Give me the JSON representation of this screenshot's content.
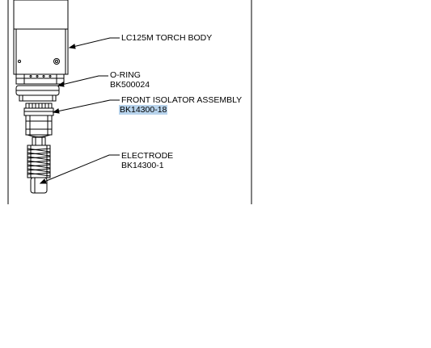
{
  "colors": {
    "line": "#000000",
    "background": "#ffffff",
    "selection_highlight": "#b7d3ec"
  },
  "callouts": [
    {
      "id": "torch-body",
      "name": "LC125M TORCH BODY",
      "part_number": ""
    },
    {
      "id": "o-ring",
      "name": "O-RING",
      "part_number": "BK500024"
    },
    {
      "id": "front-isolator",
      "name": "FRONT ISOLATOR ASSEMBLY",
      "part_number": "BK14300-18",
      "part_number_selected": true
    },
    {
      "id": "electrode",
      "name": "ELECTRODE",
      "part_number": "BK14300-1"
    }
  ]
}
